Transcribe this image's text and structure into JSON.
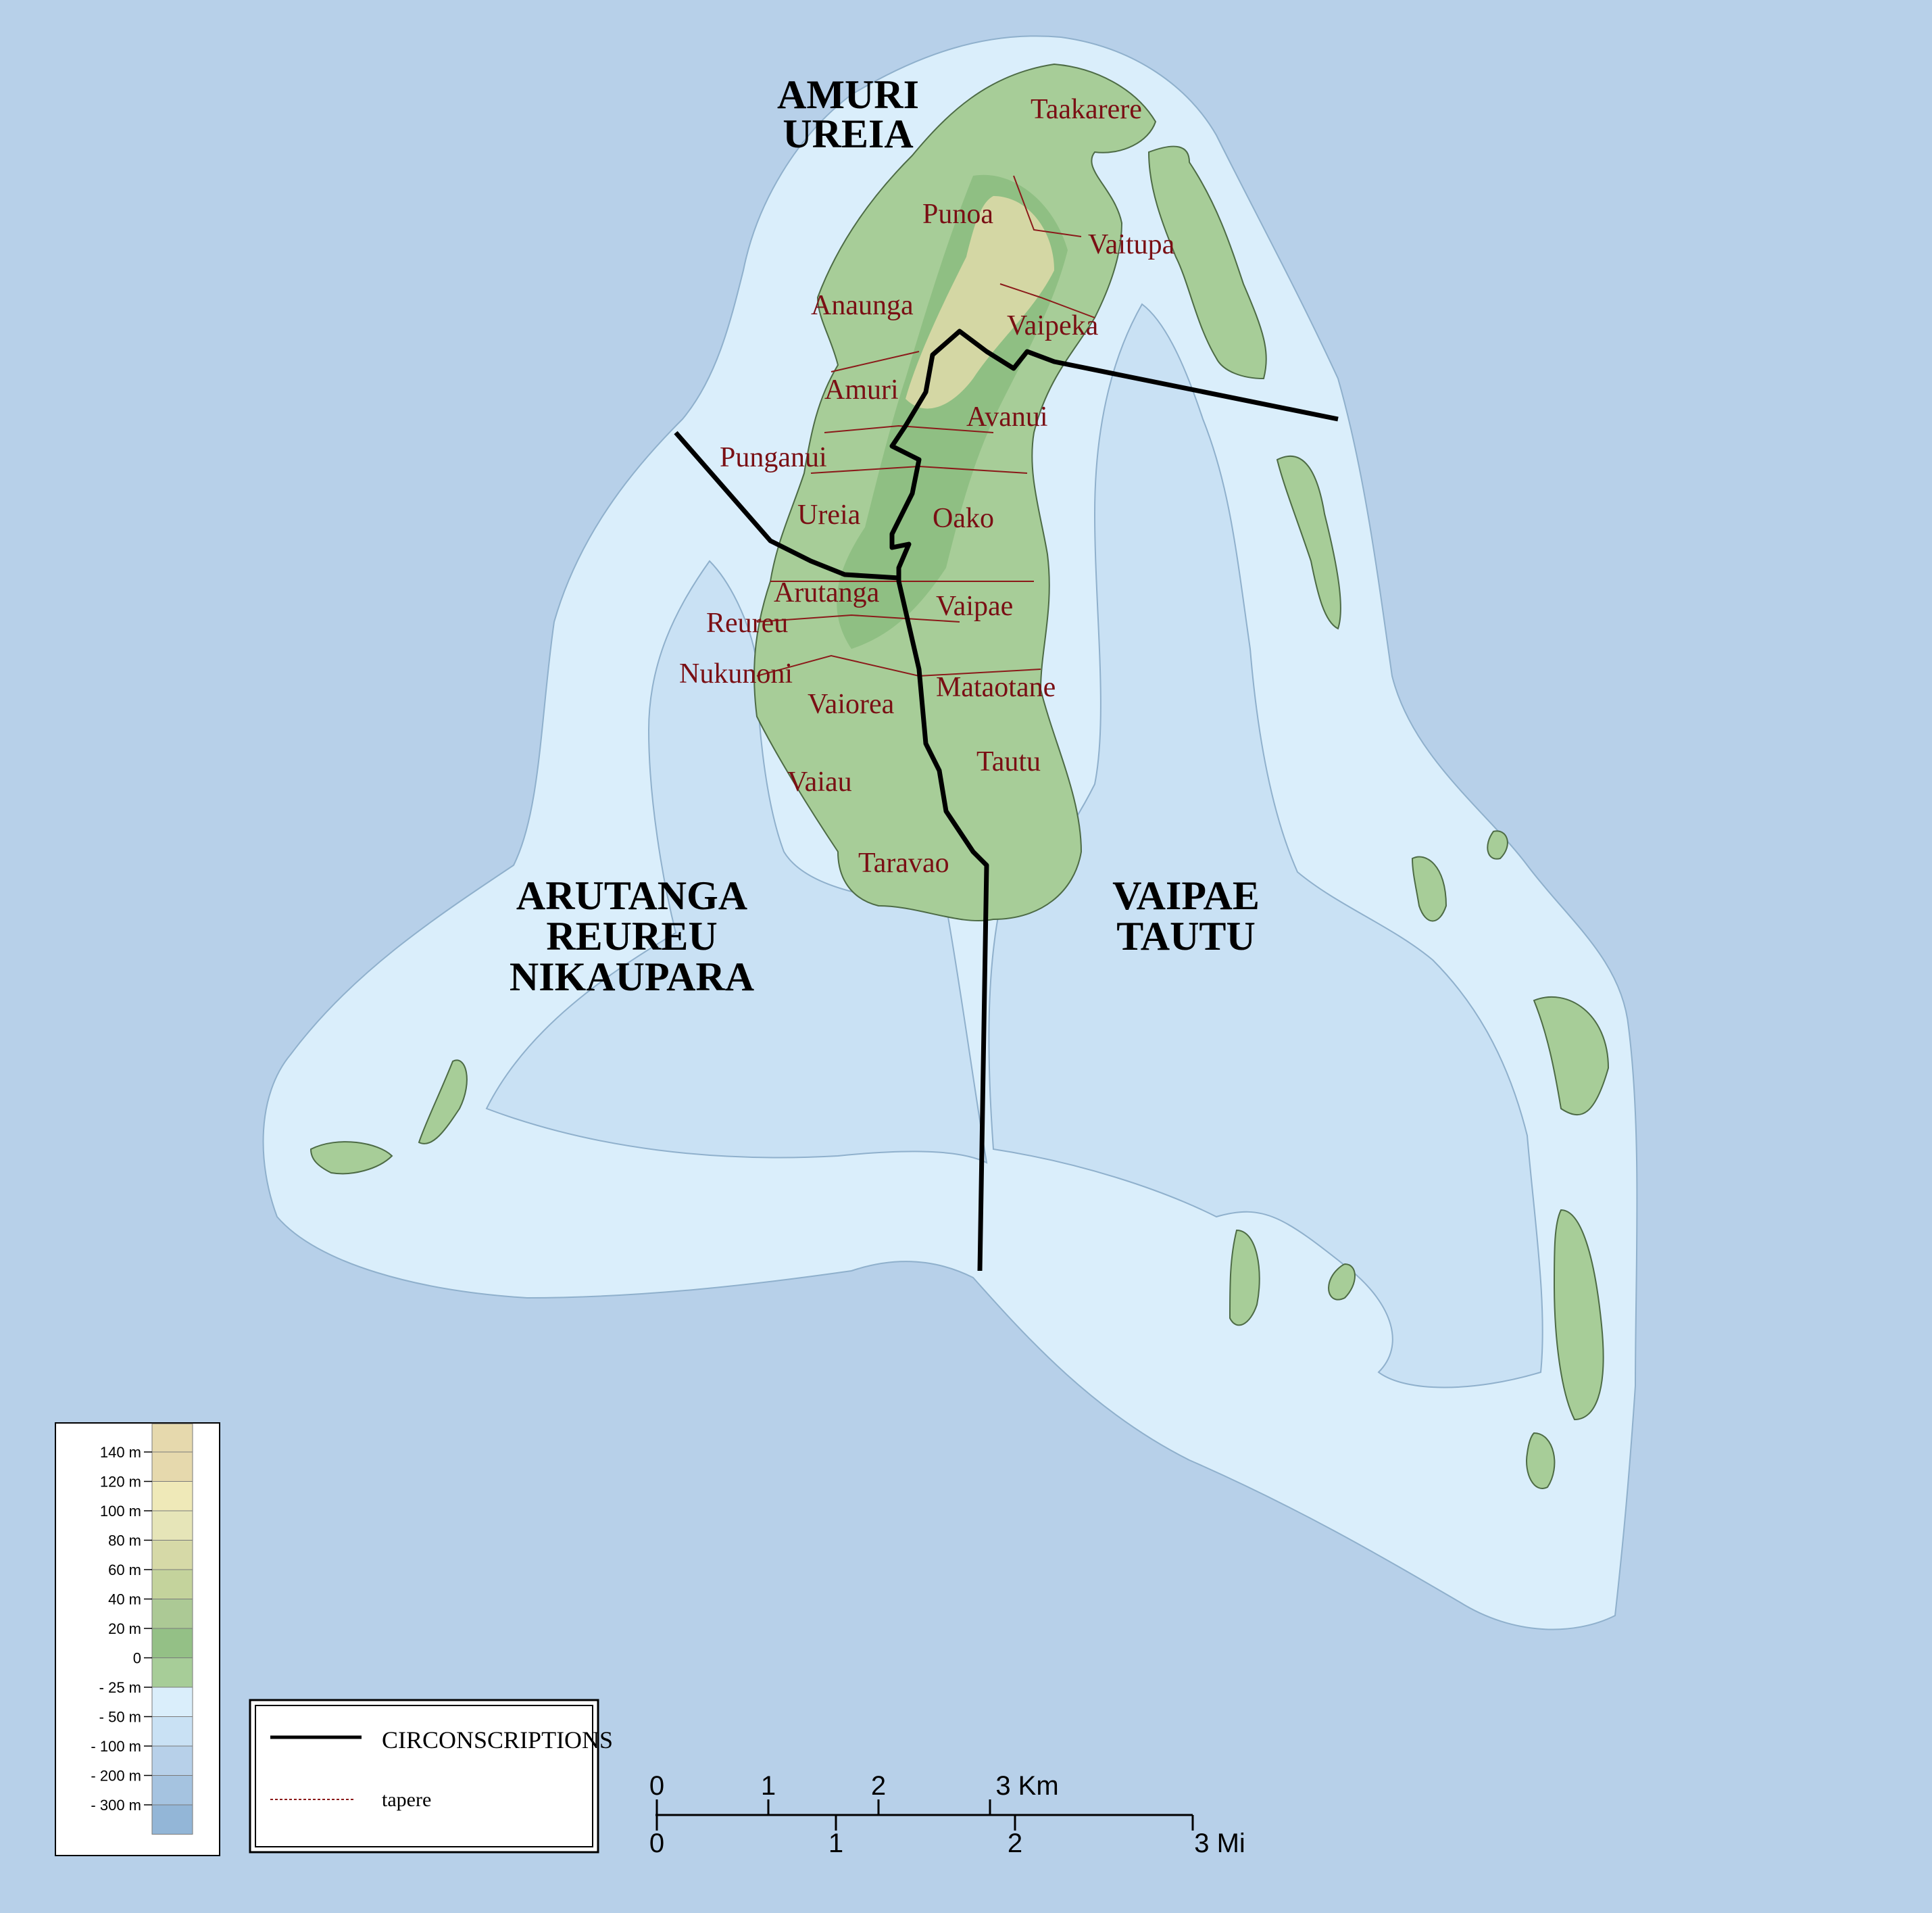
{
  "colors": {
    "ocean": "#b7d0e9",
    "lagoon": "#c9e1f4",
    "reef": "#daeefb",
    "land_low": "#a7cd98",
    "land_mid": "#8fbf83",
    "land_high": "#d4d7a4",
    "tapere_line": "#8b1a1a",
    "circonscription_line": "#000000",
    "label_tapere": "#7a0f14"
  },
  "regions": [
    {
      "id": "amuri-ureia",
      "lines": [
        "AMURI",
        "UREIA"
      ]
    },
    {
      "id": "arutanga-reureu-nikaupara",
      "lines": [
        "ARUTANGA",
        "REUREU",
        "NIKAUPARA"
      ]
    },
    {
      "id": "vaipae-tautu",
      "lines": [
        "VAIPAE",
        "TAUTU"
      ]
    }
  ],
  "tapere": [
    "Taakarere",
    "Punoa",
    "Vaitupa",
    "Anaunga",
    "Vaipeka",
    "Amuri",
    "Avanui",
    "Punganui",
    "Ureia",
    "Oako",
    "Arutanga",
    "Vaipae",
    "Reureu",
    "Nukunoni",
    "Mataotane",
    "Vaiorea",
    "Tautu",
    "Vaiau",
    "Taravao"
  ],
  "elevation_legend": {
    "labels": [
      "140 m",
      "120 m",
      "100 m",
      "80 m",
      "60 m",
      "40 m",
      "20 m",
      "0",
      "- 25 m",
      "- 50 m",
      "- 100 m",
      "- 200 m",
      "- 300 m"
    ],
    "swatches": [
      "#e6d9ad",
      "#efe9b8",
      "#e6e5b8",
      "#d6d9a7",
      "#c4d39c",
      "#acc995",
      "#94c086",
      "#a7cd98",
      "#daeefb",
      "#c9e1f4",
      "#b7d0e9",
      "#a5c3e0",
      "#93b6d7"
    ]
  },
  "key": {
    "circonscriptions": "CIRCONSCRIPTIONS",
    "tapere": "tapere"
  },
  "scale": {
    "km_labels": [
      "0",
      "1",
      "2",
      "3 Km"
    ],
    "mi_labels": [
      "0",
      "1",
      "2",
      "3 Mi"
    ]
  }
}
